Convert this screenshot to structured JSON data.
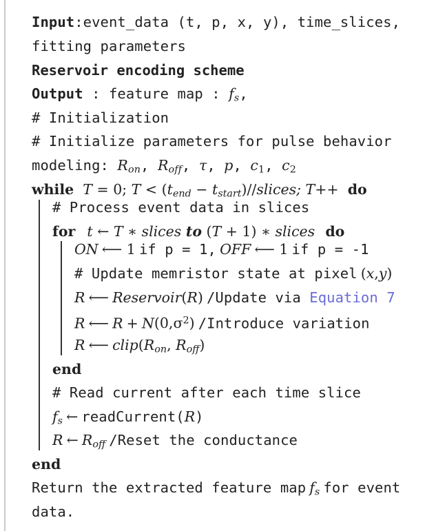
{
  "algorithm": {
    "input_label": "Input",
    "input_text": ":event_data (t, p, x, y), time_slices,",
    "input_cont": "fitting parameters",
    "scheme": "Reservoir encoding scheme",
    "output_label": "Output",
    "output_text": " : feature map : ",
    "output_fs": "f",
    "output_fs_sub": "s",
    "output_tail": ",",
    "init_comment": "# Initialization",
    "init_params_1": "# Initialize parameters for pulse behavior",
    "init_params_2a": "modeling: ",
    "init_params_math": "Ron, Roff, τ, p, c1, c2",
    "while_kw": "while",
    "while_cond": "T = 0; T < (tend − tstart)//slices; T++",
    "do_kw": "do",
    "process_comment": "# Process event data in slices",
    "for_kw": "for",
    "for_cond": "t ← T ∗ slices to (T + 1) ∗ slices",
    "for_do": "do",
    "on_off": "ON ⟵ 1 if p = 1, OFF ⟵ 1 if p = -1",
    "update_comment": "# Update memristor state at pixel (x,y)",
    "reservoir_line": "R ⟵ Reservoir(R) /Update via ",
    "reservoir_link": "Equation 7",
    "variation_line": "R ⟵ R + N(0,σ²) /Introduce variation",
    "clip_line": "R ⟵ clip(Ron, Roff)",
    "end_for": "end",
    "read_comment": "# Read current after each time slice",
    "read_line": "fs ← readCurrent(R)",
    "reset_line": "R ← Roff /Reset the conductance",
    "end_while": "end",
    "return_1": "Return the extracted feature map fs for event",
    "return_2": "data."
  }
}
